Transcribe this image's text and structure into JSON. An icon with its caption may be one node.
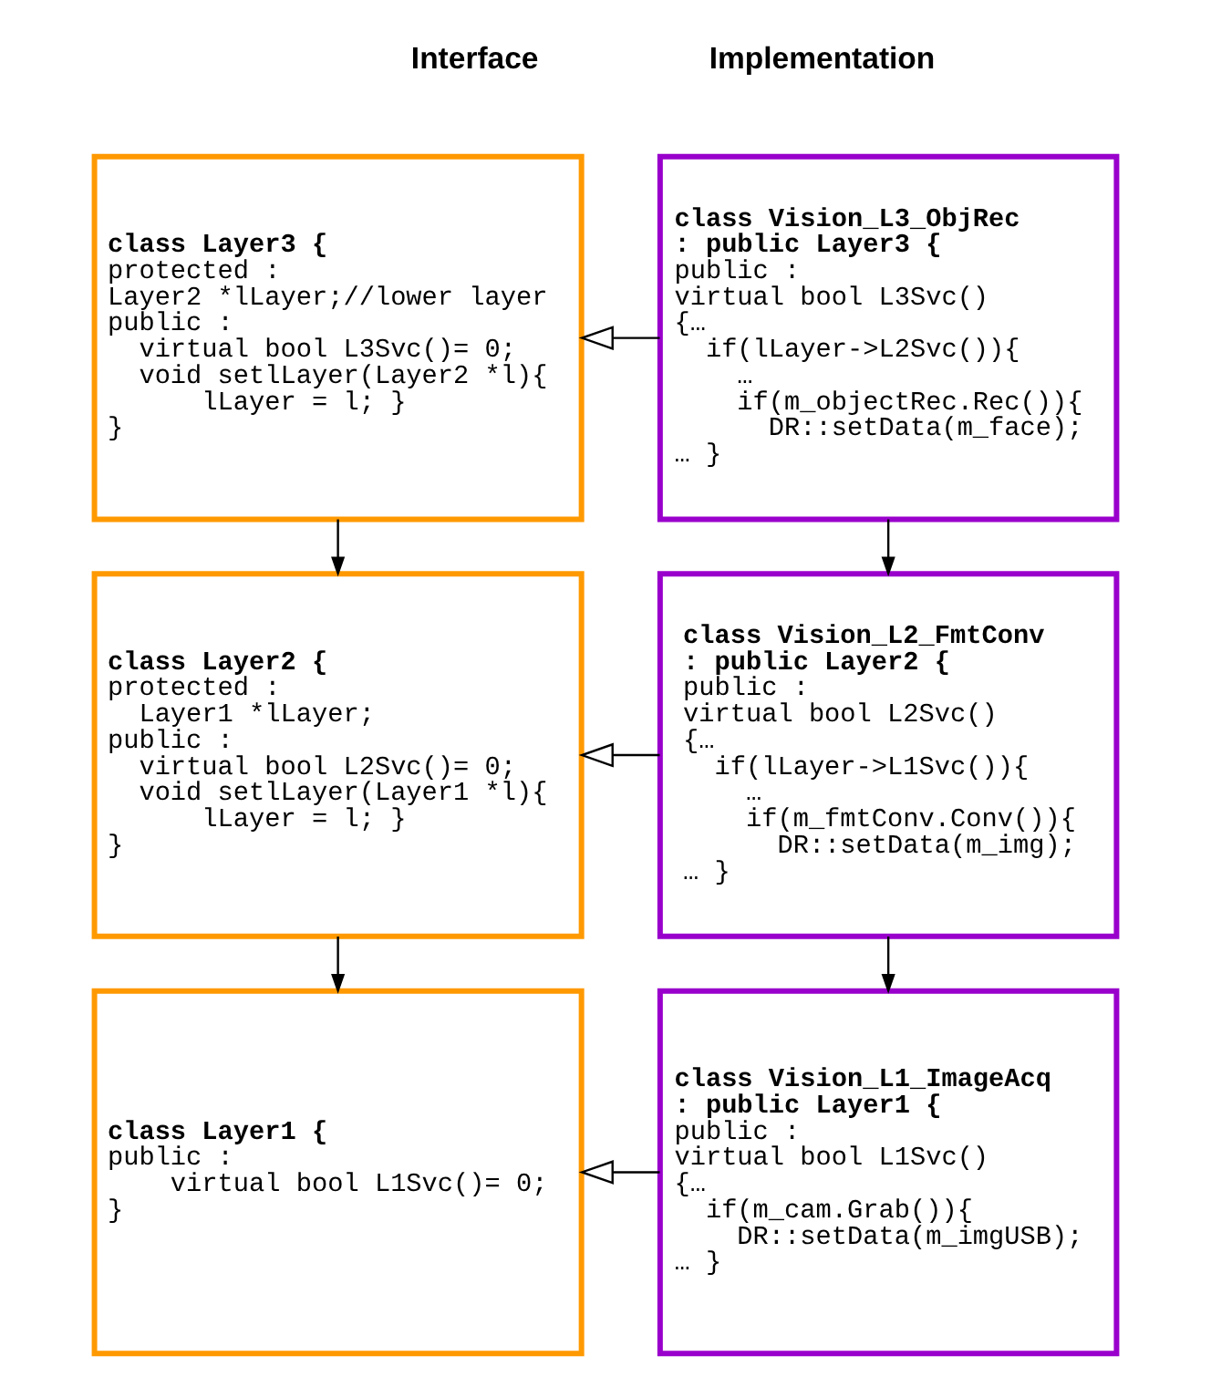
{
  "diagram": {
    "nodes": [
      {
        "text": [
          "class Layer3 {",
          "protected :",
          "Layer2 *lLayer;//lower layer",
          "public :",
          "virtual bool L3Svc()= 0;",
          "void setlLayer(Layer2 *l){",
          "lLayer = l; }",
          "}"
        ]
      },
      {
        "text": [
          "class Vision_L3_ObjRec",
          ": public Layer3 {",
          "public :",
          "virtual bool L3Svc()",
          "{…",
          "if(lLayer->L2Svc()){",
          "…",
          "if(m_objectRec.Rec()){",
          "DR::setData(m_face);",
          "… }"
        ]
      },
      {
        "text": [
          "class Layer2 {",
          "protected :",
          "Layer1 *lLayer;",
          "public :",
          "virtual bool L2Svc()= 0;",
          "void setlLayer(Layer1 *l){",
          "lLayer = l; }",
          "}"
        ]
      },
      {
        "text": [
          "class Vision_L2_FmtConv",
          ": public Layer2 {",
          "public :",
          "virtual bool L2Svc()",
          "{…",
          "if(lLayer->L1Svc()){",
          "…",
          "if(m_fmtConv.Conv()){",
          "DR::setData(m_img);",
          "… }"
        ]
      },
      {
        "text": [
          "class Layer1 {",
          "public :",
          "virtual bool L1Svc()= 0;",
          "}"
        ]
      },
      {
        "text": [
          "class Vision_L1_ImageAcq",
          ": public Layer1 {",
          "public :",
          "virtual bool L1Svc()",
          "{…",
          "if(m_cam.Grab()){",
          "DR::setData(m_imgUSB);",
          "… }"
        ]
      }
    ],
    "edges": [
      {
        "from": 0,
        "to": 2,
        "arrow": "to"
      },
      {
        "from": 2,
        "to": 4,
        "arrow": "to"
      },
      {
        "from": 1,
        "to": 3,
        "arrow": "to"
      },
      {
        "from": 3,
        "to": 5,
        "arrow": "to"
      },
      {
        "from": 1,
        "to": 0,
        "arrow": "to"
      },
      {
        "from": 3,
        "to": 2,
        "arrow": "to"
      },
      {
        "from": 5,
        "to": 4,
        "arrow": "to"
      }
    ],
    "labels": [
      "Interface",
      "Implementation"
    ]
  }
}
